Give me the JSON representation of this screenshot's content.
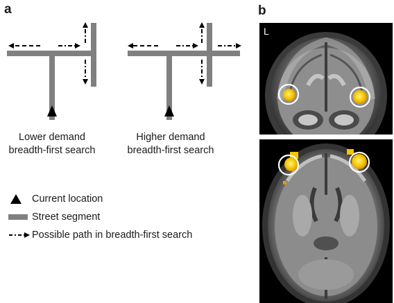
{
  "panel_a": {
    "letter": "a",
    "diagrams": [
      {
        "caption_line1": "Lower demand",
        "caption_line2": "breadth-first search"
      },
      {
        "caption_line1": "Higher demand",
        "caption_line2": "breadth-first search"
      }
    ],
    "legend": {
      "current_location": "Current location",
      "street_segment": "Street segment",
      "possible_path": "Possible path in breadth-first search"
    }
  },
  "panel_b": {
    "letter": "b",
    "side_label": "L"
  },
  "colors": {
    "street": "#808080",
    "activation": "#f5c400",
    "circle": "#ffffff"
  }
}
